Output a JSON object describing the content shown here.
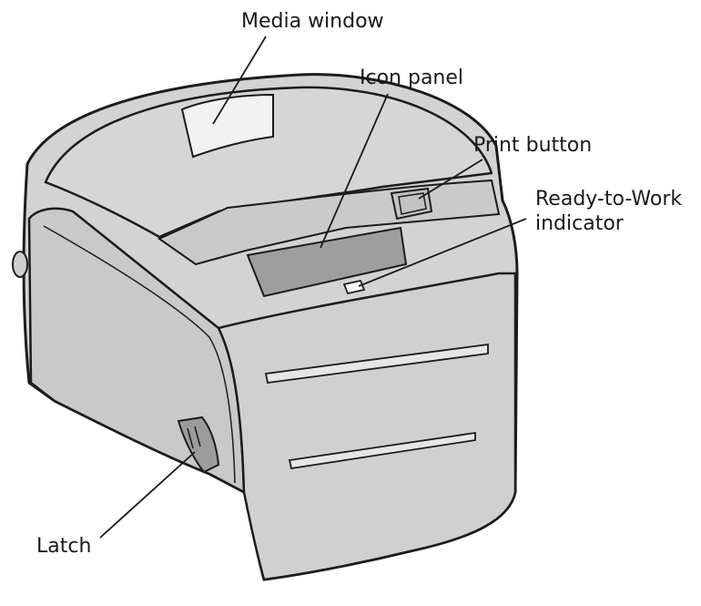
{
  "labels": {
    "media_window": "Media window",
    "icon_panel": "Icon panel",
    "print_button": "Print button",
    "ready_line1": "Ready-to-Work",
    "ready_line2": "indicator",
    "latch": "Latch"
  },
  "colors": {
    "body_fill": "#d3d3d3",
    "body_shade": "#c6c6c6",
    "panel_dark": "#9e9e9e",
    "window_light": "#f2f2f2",
    "outline": "#1c1c1c"
  }
}
